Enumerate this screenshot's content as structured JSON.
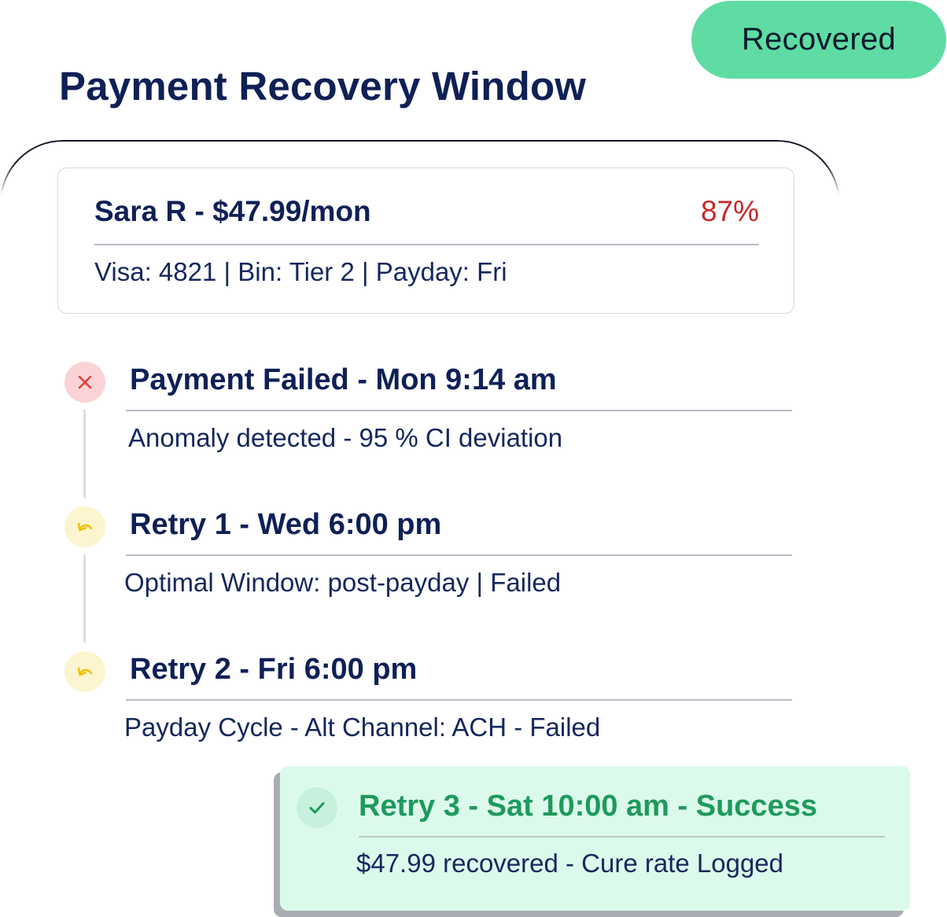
{
  "status_badge": {
    "label": "Recovered"
  },
  "page_title": "Payment Recovery Window",
  "customer": {
    "name_plan": "Sara R - $47.99/mon",
    "score": "87%",
    "details": "Visa: 4821 | Bin: Tier 2 | Payday: Fri"
  },
  "timeline": [
    {
      "icon": "close-icon",
      "title": "Payment Failed - Mon 9:14 am",
      "description": "Anomaly detected - 95 % CI deviation"
    },
    {
      "icon": "undo-arrow-icon",
      "title": "Retry 1 - Wed 6:00 pm",
      "description": "Optimal Window: post-payday | Failed"
    },
    {
      "icon": "undo-arrow-icon",
      "title": "Retry 2 - Fri 6:00 pm",
      "description": "Payday Cycle - Alt Channel: ACH - Failed"
    }
  ],
  "success": {
    "icon": "checkmark-icon",
    "title": "Retry 3 - Sat 10:00 am - Success",
    "description": "$47.99 recovered - Cure rate Logged"
  },
  "colors": {
    "navy_text": "#0f2057",
    "badge_green": "#5fdca3",
    "score_red": "#c62828",
    "fail_icon": "#e53935",
    "retry_icon": "#f2c200",
    "success_green": "#1e9a5c",
    "success_card_bg": "#dcfaec"
  }
}
